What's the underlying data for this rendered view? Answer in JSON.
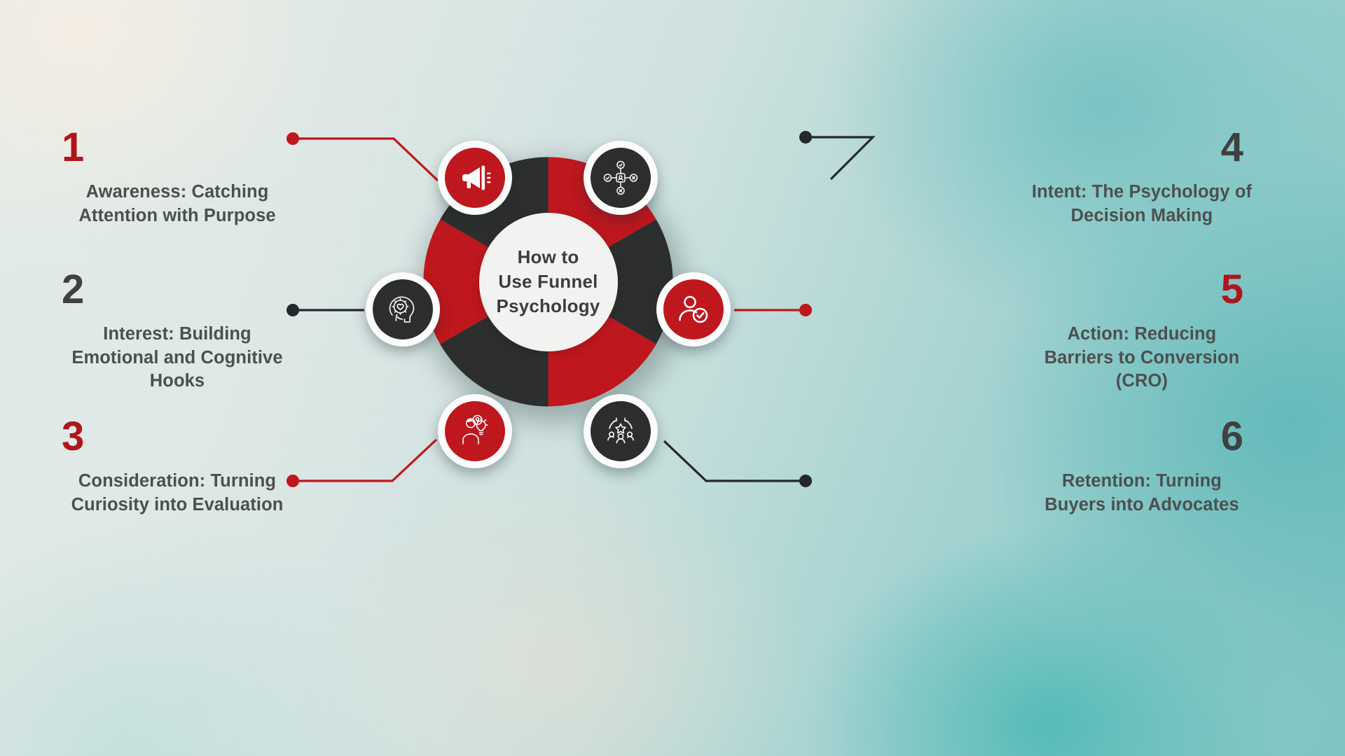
{
  "center": {
    "line1": "How to",
    "line2": "Use Funnel",
    "line3": "Psychology"
  },
  "colors": {
    "red": "#c0141b",
    "deep_red": "#b01319",
    "dark": "#2b2d2c",
    "text_gray": "#4a4f4e",
    "hub_bg": "#f5f5f3",
    "connector_red": "#c0141b",
    "connector_dark": "#22252a"
  },
  "steps": [
    {
      "number": "1",
      "number_color": "red",
      "side": "left",
      "title": "Awareness: Catching Attention with Purpose",
      "lines": [
        "Awareness: Catching",
        "Attention with Purpose"
      ],
      "icon": "megaphone-icon",
      "icon_style": "red"
    },
    {
      "number": "2",
      "number_color": "dark",
      "side": "left",
      "title": "Interest: Building Emotional and Cognitive Hooks",
      "lines": [
        "Interest: Building",
        "Emotional and Cognitive",
        "Hooks"
      ],
      "icon": "head-gear-heart-icon",
      "icon_style": "dark"
    },
    {
      "number": "3",
      "number_color": "red",
      "side": "left",
      "title": "Consideration: Turning Curiosity into Evaluation",
      "lines": [
        "Consideration: Turning",
        "Curiosity into Evaluation"
      ],
      "icon": "person-question-idea-icon",
      "icon_style": "red"
    },
    {
      "number": "4",
      "number_color": "dark",
      "side": "right",
      "title": "Intent: The Psychology of Decision Making",
      "lines": [
        "Intent: The Psychology of",
        "Decision Making"
      ],
      "icon": "decision-network-icon",
      "icon_style": "dark"
    },
    {
      "number": "5",
      "number_color": "red",
      "side": "right",
      "title": "Action: Reducing Barriers to Conversion (CRO)",
      "lines": [
        "Action: Reducing",
        "Barriers to Conversion",
        "(CRO)"
      ],
      "icon": "user-check-icon",
      "icon_style": "red"
    },
    {
      "number": "6",
      "number_color": "dark",
      "side": "right",
      "title": "Retention: Turning Buyers into Advocates",
      "lines": [
        "Retention: Turning",
        "Buyers into Advocates"
      ],
      "icon": "group-star-cycle-icon",
      "icon_style": "dark"
    }
  ],
  "chart_data": {
    "type": "pie",
    "title": "How to Use Funnel Psychology",
    "categories": [
      "Awareness: Catching Attention with Purpose",
      "Interest: Building Emotional and Cognitive Hooks",
      "Consideration: Turning Curiosity into Evaluation",
      "Intent: The Psychology of Decision Making",
      "Action: Reducing Barriers to Conversion (CRO)",
      "Retention: Turning Buyers into Advocates"
    ],
    "values": [
      1,
      1,
      1,
      1,
      1,
      1
    ],
    "slice_colors": [
      "#c0141b",
      "#2b2d2c",
      "#c0141b",
      "#2b2d2c",
      "#c0141b",
      "#2b2d2c"
    ],
    "legend": "none",
    "donut_hole_label": "How to Use Funnel Psychology"
  }
}
